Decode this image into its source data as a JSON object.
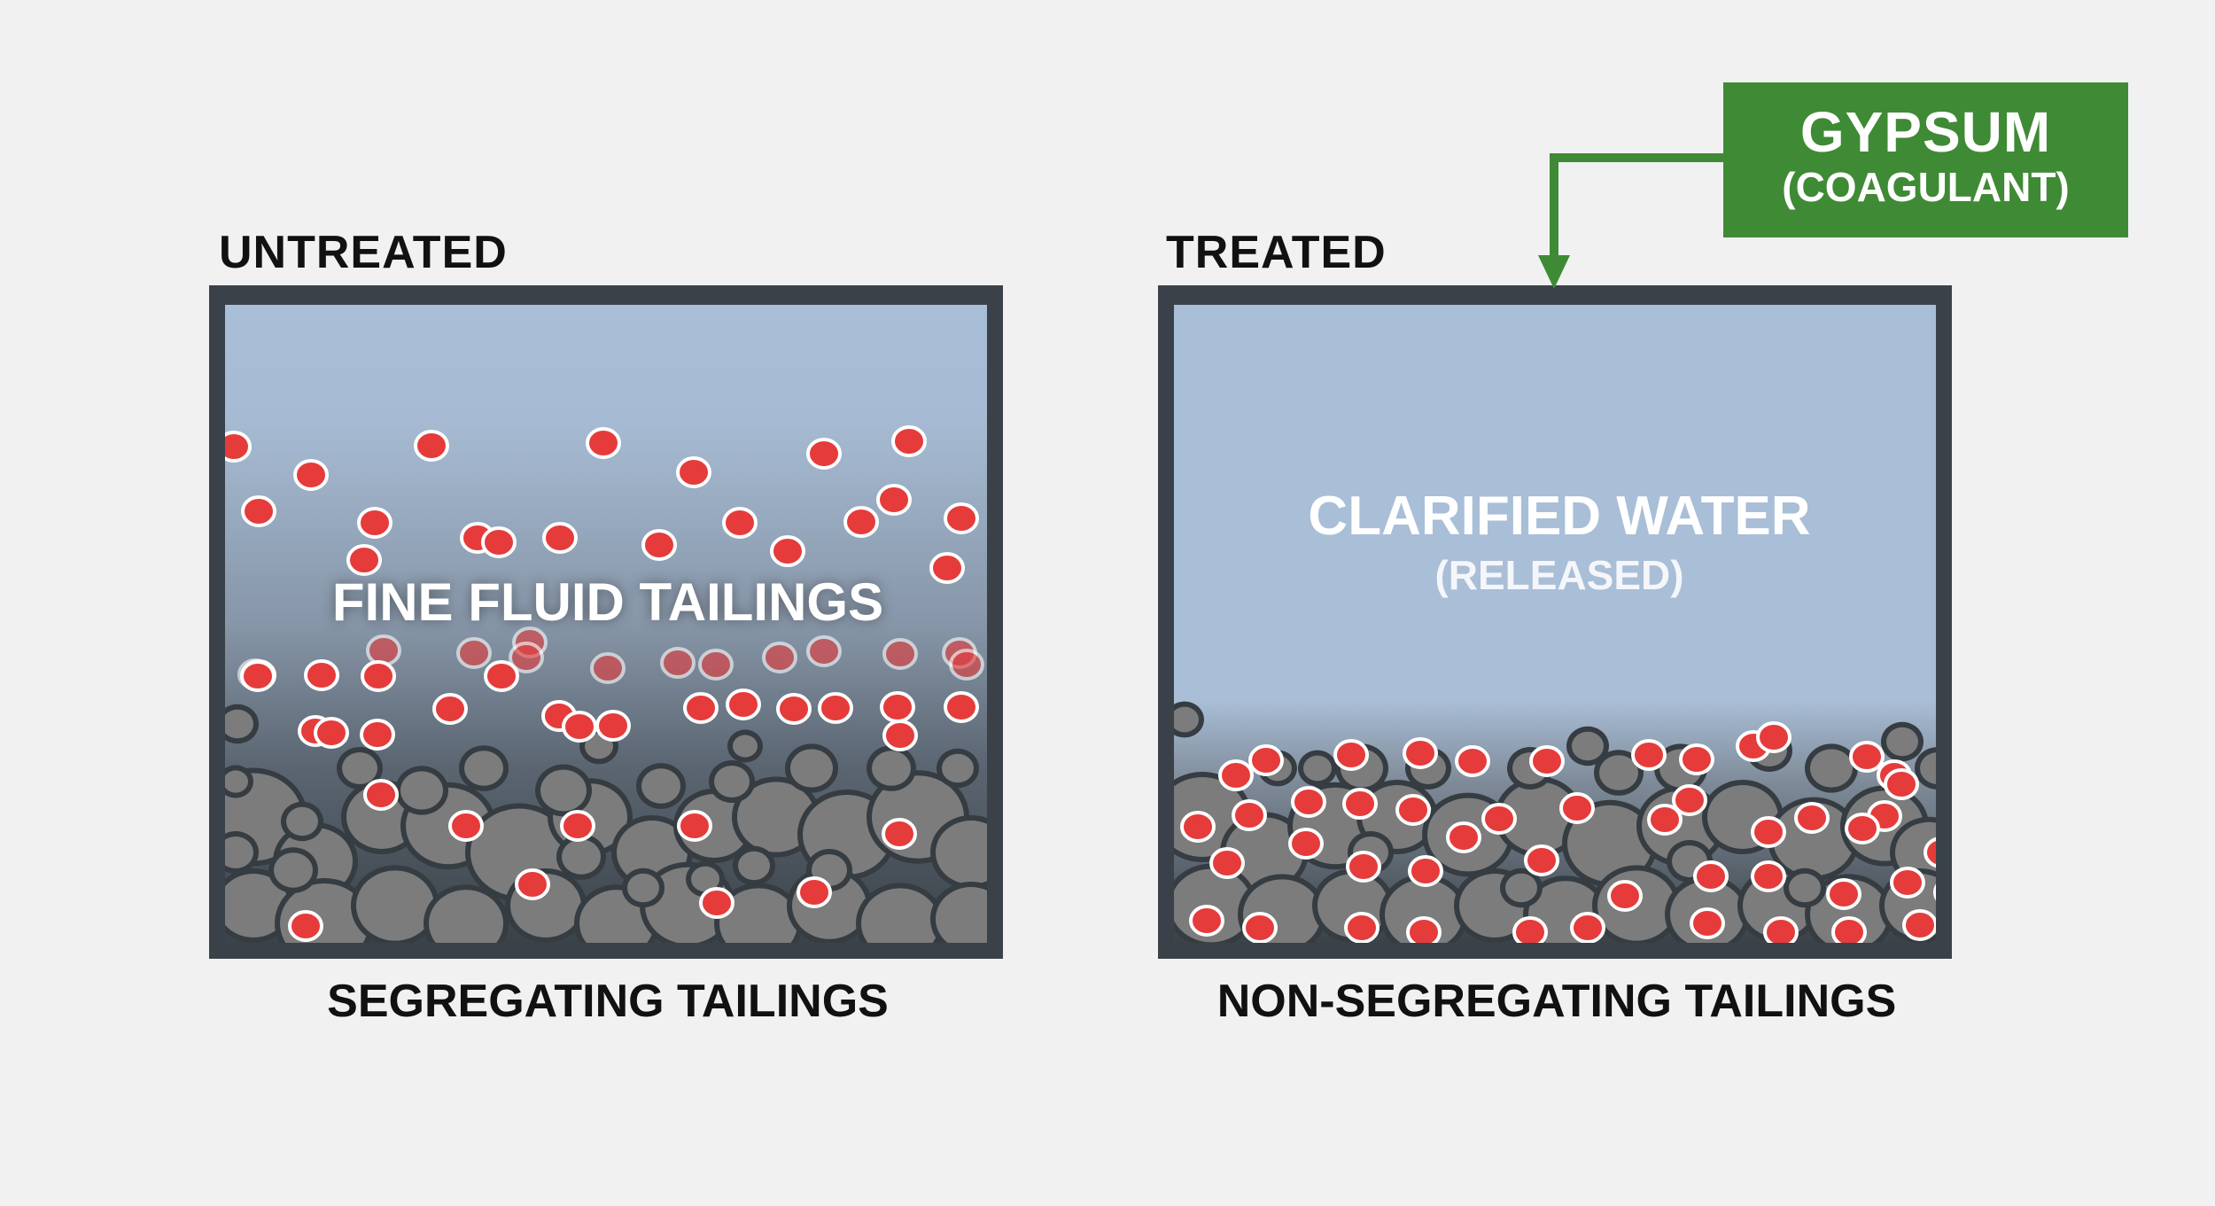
{
  "left_panel": {
    "title": "UNTREATED",
    "fluid_label": "FINE FLUID TAILINGS",
    "caption": "SEGREGATING TAILINGS"
  },
  "right_panel": {
    "title": "TREATED",
    "water_label": "CLARIFIED WATER",
    "water_sublabel": "(RELEASED)",
    "caption": "NON-SEGREGATING TAILINGS"
  },
  "additive": {
    "name": "GYPSUM",
    "role": "(COAGULANT)",
    "color": "#3f8a35"
  },
  "colors": {
    "water": "#a9bed7",
    "sediment_dark": "#3b4248",
    "particle_gray": "#7c7c7c",
    "fine_particle": "#e63b3b",
    "tank_frame": "#3a4148"
  }
}
